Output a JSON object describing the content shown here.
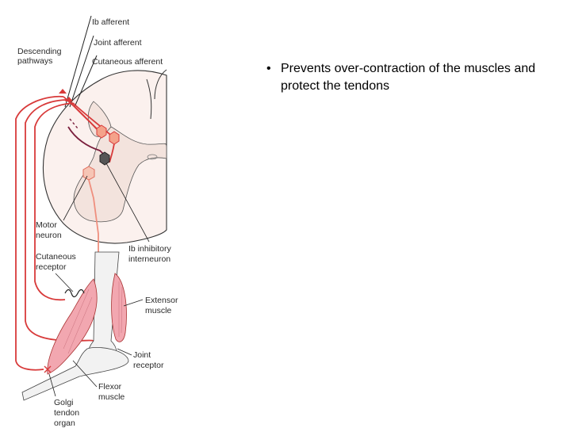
{
  "figure": {
    "labels": {
      "ib_afferent": "Ib afferent",
      "joint_afferent": "Joint afferent",
      "cutaneous_afferent": "Cutaneous afferent",
      "descending_1": "Descending",
      "descending_2": "pathways",
      "motor_1": "Motor",
      "motor_2": "neuron",
      "cutaneous_receptor_1": "Cutaneous",
      "cutaneous_receptor_2": "receptor",
      "ib_inhibitory_1": "Ib inhibitory",
      "ib_inhibitory_2": "interneuron",
      "extensor_1": "Extensor",
      "extensor_2": "muscle",
      "joint_receptor_1": "Joint",
      "joint_receptor_2": "receptor",
      "flexor_1": "Flexor",
      "flexor_2": "muscle",
      "golgi_1": "Golgi",
      "golgi_2": "tendon",
      "golgi_3": "organ"
    },
    "colors": {
      "pathway_red": "#d83a3a",
      "gray_matter": "#f3e3dd",
      "spinal_cord": "#fbf1ee",
      "muscle": "#f2a7b0",
      "bone": "#f2f2f2",
      "line": "#222222"
    }
  },
  "bullets": [
    "Prevents over-contraction of the muscles and protect the tendons"
  ]
}
